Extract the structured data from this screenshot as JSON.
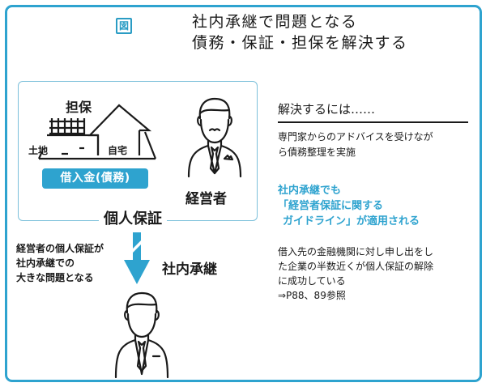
{
  "header": {
    "figure_label": "図",
    "title_line1": "社内承継で問題となる",
    "title_line2": "債務・保証・担保を解決する"
  },
  "diagram": {
    "collateral_label": "担保",
    "land_label": "土地",
    "home_label": "自宅",
    "loan_badge": "借入金(債務)",
    "manager_label": "経営者",
    "personal_guarantee_label": "個人保証",
    "problem_note": [
      "経営者の個人保証が",
      "社内承継での",
      "大きな問題となる"
    ],
    "succession_label": "社内承継",
    "colors": {
      "accent": "#2ea3cf",
      "frame": "#2ea3cf",
      "inner_border": "#7cc0da",
      "text": "#1a1a1a"
    }
  },
  "solution": {
    "heading": "解決するには……",
    "advice": [
      "専門家からのアドバイスを受けなが",
      "ら債務整理を実施"
    ],
    "guideline": [
      "社内承継でも",
      "「経営者保証に関する",
      "ガイドライン」が適用される"
    ],
    "result": [
      "借入先の金融機関に対し申し出をし",
      "た企業の半数近くが個人保証の解除",
      "に成功している",
      "⇒P88、89参照"
    ]
  }
}
